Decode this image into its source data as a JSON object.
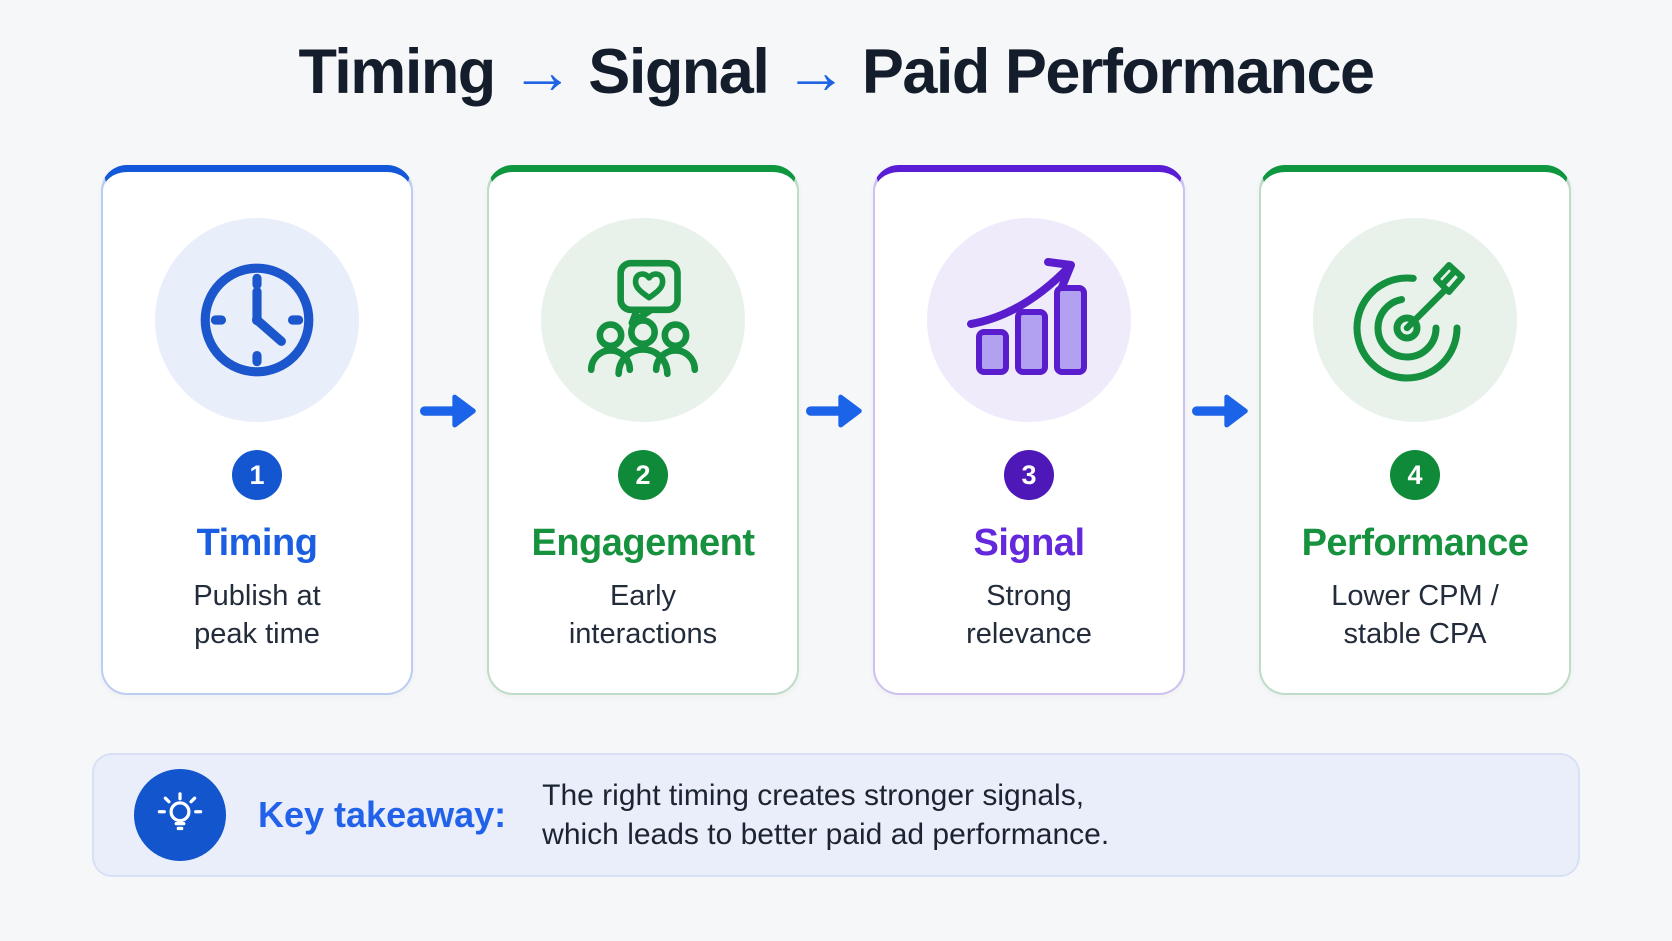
{
  "title": {
    "part1": "Timing",
    "arrow1": "→",
    "part2": "Signal",
    "arrow2": "→",
    "part3": "Paid Performance"
  },
  "steps": [
    {
      "number": "1",
      "title": "Timing",
      "description_line1": "Publish at",
      "description_line2": "peak time",
      "icon": "clock-icon",
      "accent": "#1358d8"
    },
    {
      "number": "2",
      "title": "Engagement",
      "description_line1": "Early",
      "description_line2": "interactions",
      "icon": "people-engagement-icon",
      "accent": "#0f9740"
    },
    {
      "number": "3",
      "title": "Signal",
      "description_line1": "Strong",
      "description_line2": "relevance",
      "icon": "growth-bars-icon",
      "accent": "#5a1dd6"
    },
    {
      "number": "4",
      "title": "Performance",
      "description_line1": "Lower CPM /",
      "description_line2": "stable CPA",
      "icon": "target-dart-icon",
      "accent": "#0f9740"
    }
  ],
  "takeaway": {
    "label": "Key takeaway:",
    "text_line1": "The right timing creates stronger signals,",
    "text_line2": "which leads to better paid ad performance.",
    "icon": "lightbulb-icon"
  },
  "colors": {
    "background": "#f6f7f8",
    "title_text": "#141d2b",
    "arrow_blue": "#1b63e8",
    "blue_accent": "#1358d8",
    "green_accent": "#0f9740",
    "purple_accent": "#5a1dd6",
    "takeaway_background": "#e9eefa",
    "takeaway_label": "#2261e9",
    "body_text": "#232c3b",
    "bulb_circle": "#1255cc"
  }
}
